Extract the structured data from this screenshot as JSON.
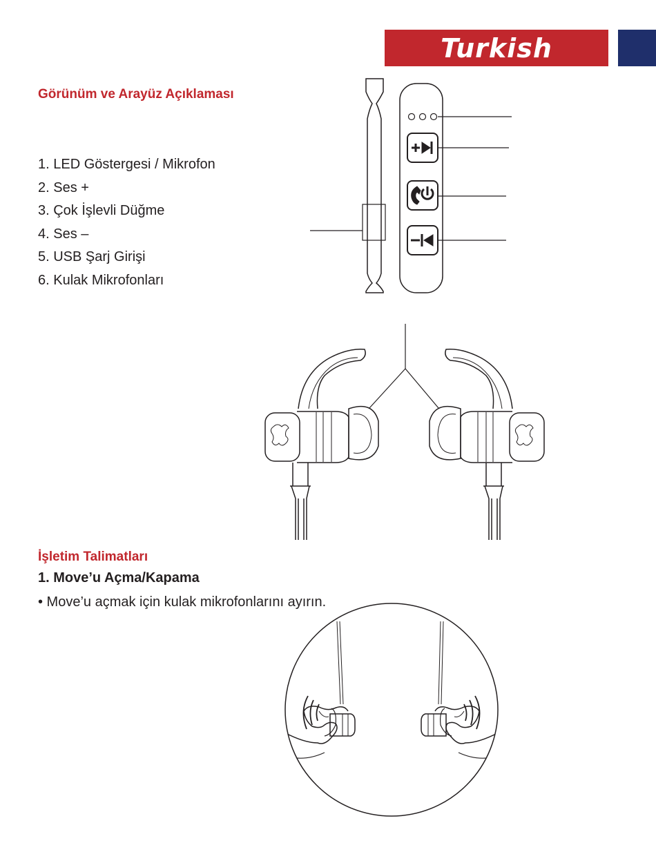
{
  "header": {
    "language_label": "Turkish"
  },
  "appearance": {
    "title": "Görünüm ve Arayüz Açıklaması",
    "items": [
      "1. LED Göstergesi / Mikrofon",
      "2. Ses +",
      "3. Çok İşlevli Düğme",
      "4. Ses –",
      "5. USB Şarj Girişi",
      "6. Kulak Mikrofonları"
    ]
  },
  "operation": {
    "title": "İşletim Talimatları",
    "step1_title": "1. Move’u Açma/Kapama",
    "step1_bullet": "• Move’u açmak için kulak mikrofonlarını ayırın."
  },
  "colors": {
    "accent_red": "#c1272d",
    "navy": "#1f2f6b",
    "line": "#231f20"
  },
  "icons": {
    "volume_up": "plus-next-track-icon",
    "multifunction": "phone-power-icon",
    "volume_down": "minus-previous-track-icon"
  }
}
